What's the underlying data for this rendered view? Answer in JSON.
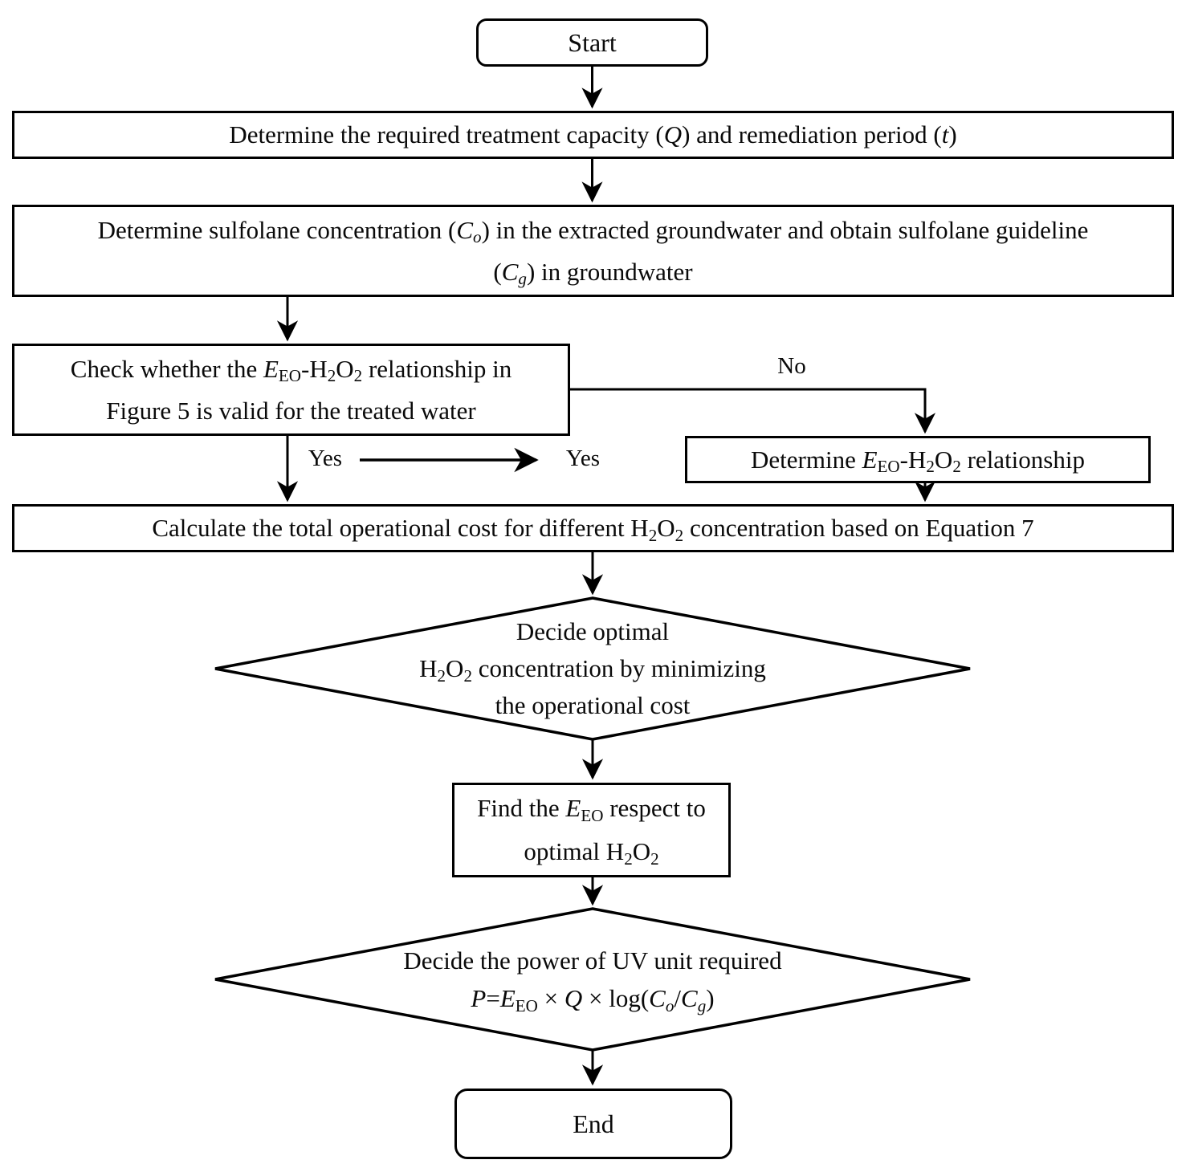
{
  "diagram": {
    "background_color": "#ffffff",
    "line_color": "#000000",
    "nodes": {
      "start": {
        "type": "terminator",
        "label": "Start"
      },
      "capacity": {
        "type": "process",
        "lines": [
          [
            {
              "t": "Determine the required treatment capacity ("
            },
            {
              "t": "Q",
              "i": true
            },
            {
              "t": ") and remediation period ("
            },
            {
              "t": "t",
              "i": true
            },
            {
              "t": ")"
            }
          ]
        ]
      },
      "sulfolane": {
        "type": "process",
        "lines": [
          [
            {
              "t": "Determine sulfolane concentration ("
            },
            {
              "t": "C",
              "i": true
            },
            {
              "t": "o",
              "i": true,
              "sub": true
            },
            {
              "t": ") in the extracted groundwater and obtain sulfolane guideline"
            }
          ],
          [
            {
              "t": "("
            },
            {
              "t": "C",
              "i": true
            },
            {
              "t": "g",
              "i": true,
              "sub": true
            },
            {
              "t": ") in groundwater"
            }
          ]
        ]
      },
      "check_relationship": {
        "type": "process",
        "lines": [
          [
            {
              "t": "Check whether the "
            },
            {
              "t": "E",
              "i": true
            },
            {
              "t": "EO",
              "sub": true
            },
            {
              "t": "-H"
            },
            {
              "t": "2",
              "sub": true
            },
            {
              "t": "O"
            },
            {
              "t": "2",
              "sub": true
            },
            {
              "t": " relationship in"
            }
          ],
          [
            {
              "t": "Figure 5 is valid for the treated water"
            }
          ]
        ]
      },
      "determine_relationship": {
        "type": "process",
        "lines": [
          [
            {
              "t": "Determine "
            },
            {
              "t": "E",
              "i": true
            },
            {
              "t": "EO",
              "sub": true
            },
            {
              "t": "-H"
            },
            {
              "t": "2",
              "sub": true
            },
            {
              "t": "O"
            },
            {
              "t": "2",
              "sub": true
            },
            {
              "t": " relationship"
            }
          ]
        ]
      },
      "calc_cost": {
        "type": "process",
        "lines": [
          [
            {
              "t": "Calculate the total operational cost for different H"
            },
            {
              "t": "2",
              "sub": true
            },
            {
              "t": "O"
            },
            {
              "t": "2",
              "sub": true
            },
            {
              "t": " concentration based on Equation 7"
            }
          ]
        ]
      },
      "decide_h2o2": {
        "type": "decision",
        "lines": [
          [
            {
              "t": "Decide optimal"
            }
          ],
          [
            {
              "t": "H"
            },
            {
              "t": "2",
              "sub": true
            },
            {
              "t": "O"
            },
            {
              "t": "2",
              "sub": true
            },
            {
              "t": " concentration by minimizing"
            }
          ],
          [
            {
              "t": "the operational cost"
            }
          ]
        ]
      },
      "find_eeo": {
        "type": "process",
        "lines": [
          [
            {
              "t": "Find the "
            },
            {
              "t": "E",
              "i": true
            },
            {
              "t": "EO",
              "sub": true
            },
            {
              "t": " respect to"
            }
          ],
          [
            {
              "t": "optimal H"
            },
            {
              "t": "2",
              "sub": true
            },
            {
              "t": "O"
            },
            {
              "t": "2",
              "sub": true
            }
          ]
        ]
      },
      "decide_power": {
        "type": "decision",
        "lines": [
          [
            {
              "t": "Decide the power of UV unit required"
            }
          ],
          [
            {
              "t": "P",
              "i": true
            },
            {
              "t": "="
            },
            {
              "t": "E",
              "i": true
            },
            {
              "t": "EO",
              "sub": true
            },
            {
              "t": " × "
            },
            {
              "t": "Q",
              "i": true
            },
            {
              "t": " × log("
            },
            {
              "t": "C",
              "i": true
            },
            {
              "t": "o",
              "i": true,
              "sub": true
            },
            {
              "t": "/"
            },
            {
              "t": "C",
              "i": true
            },
            {
              "t": "g",
              "i": true,
              "sub": true
            },
            {
              "t": ")"
            }
          ]
        ]
      },
      "end": {
        "type": "terminator",
        "label": "End"
      }
    },
    "edge_labels": {
      "no": "No",
      "yes_left": "Yes",
      "yes_right": "Yes"
    }
  }
}
